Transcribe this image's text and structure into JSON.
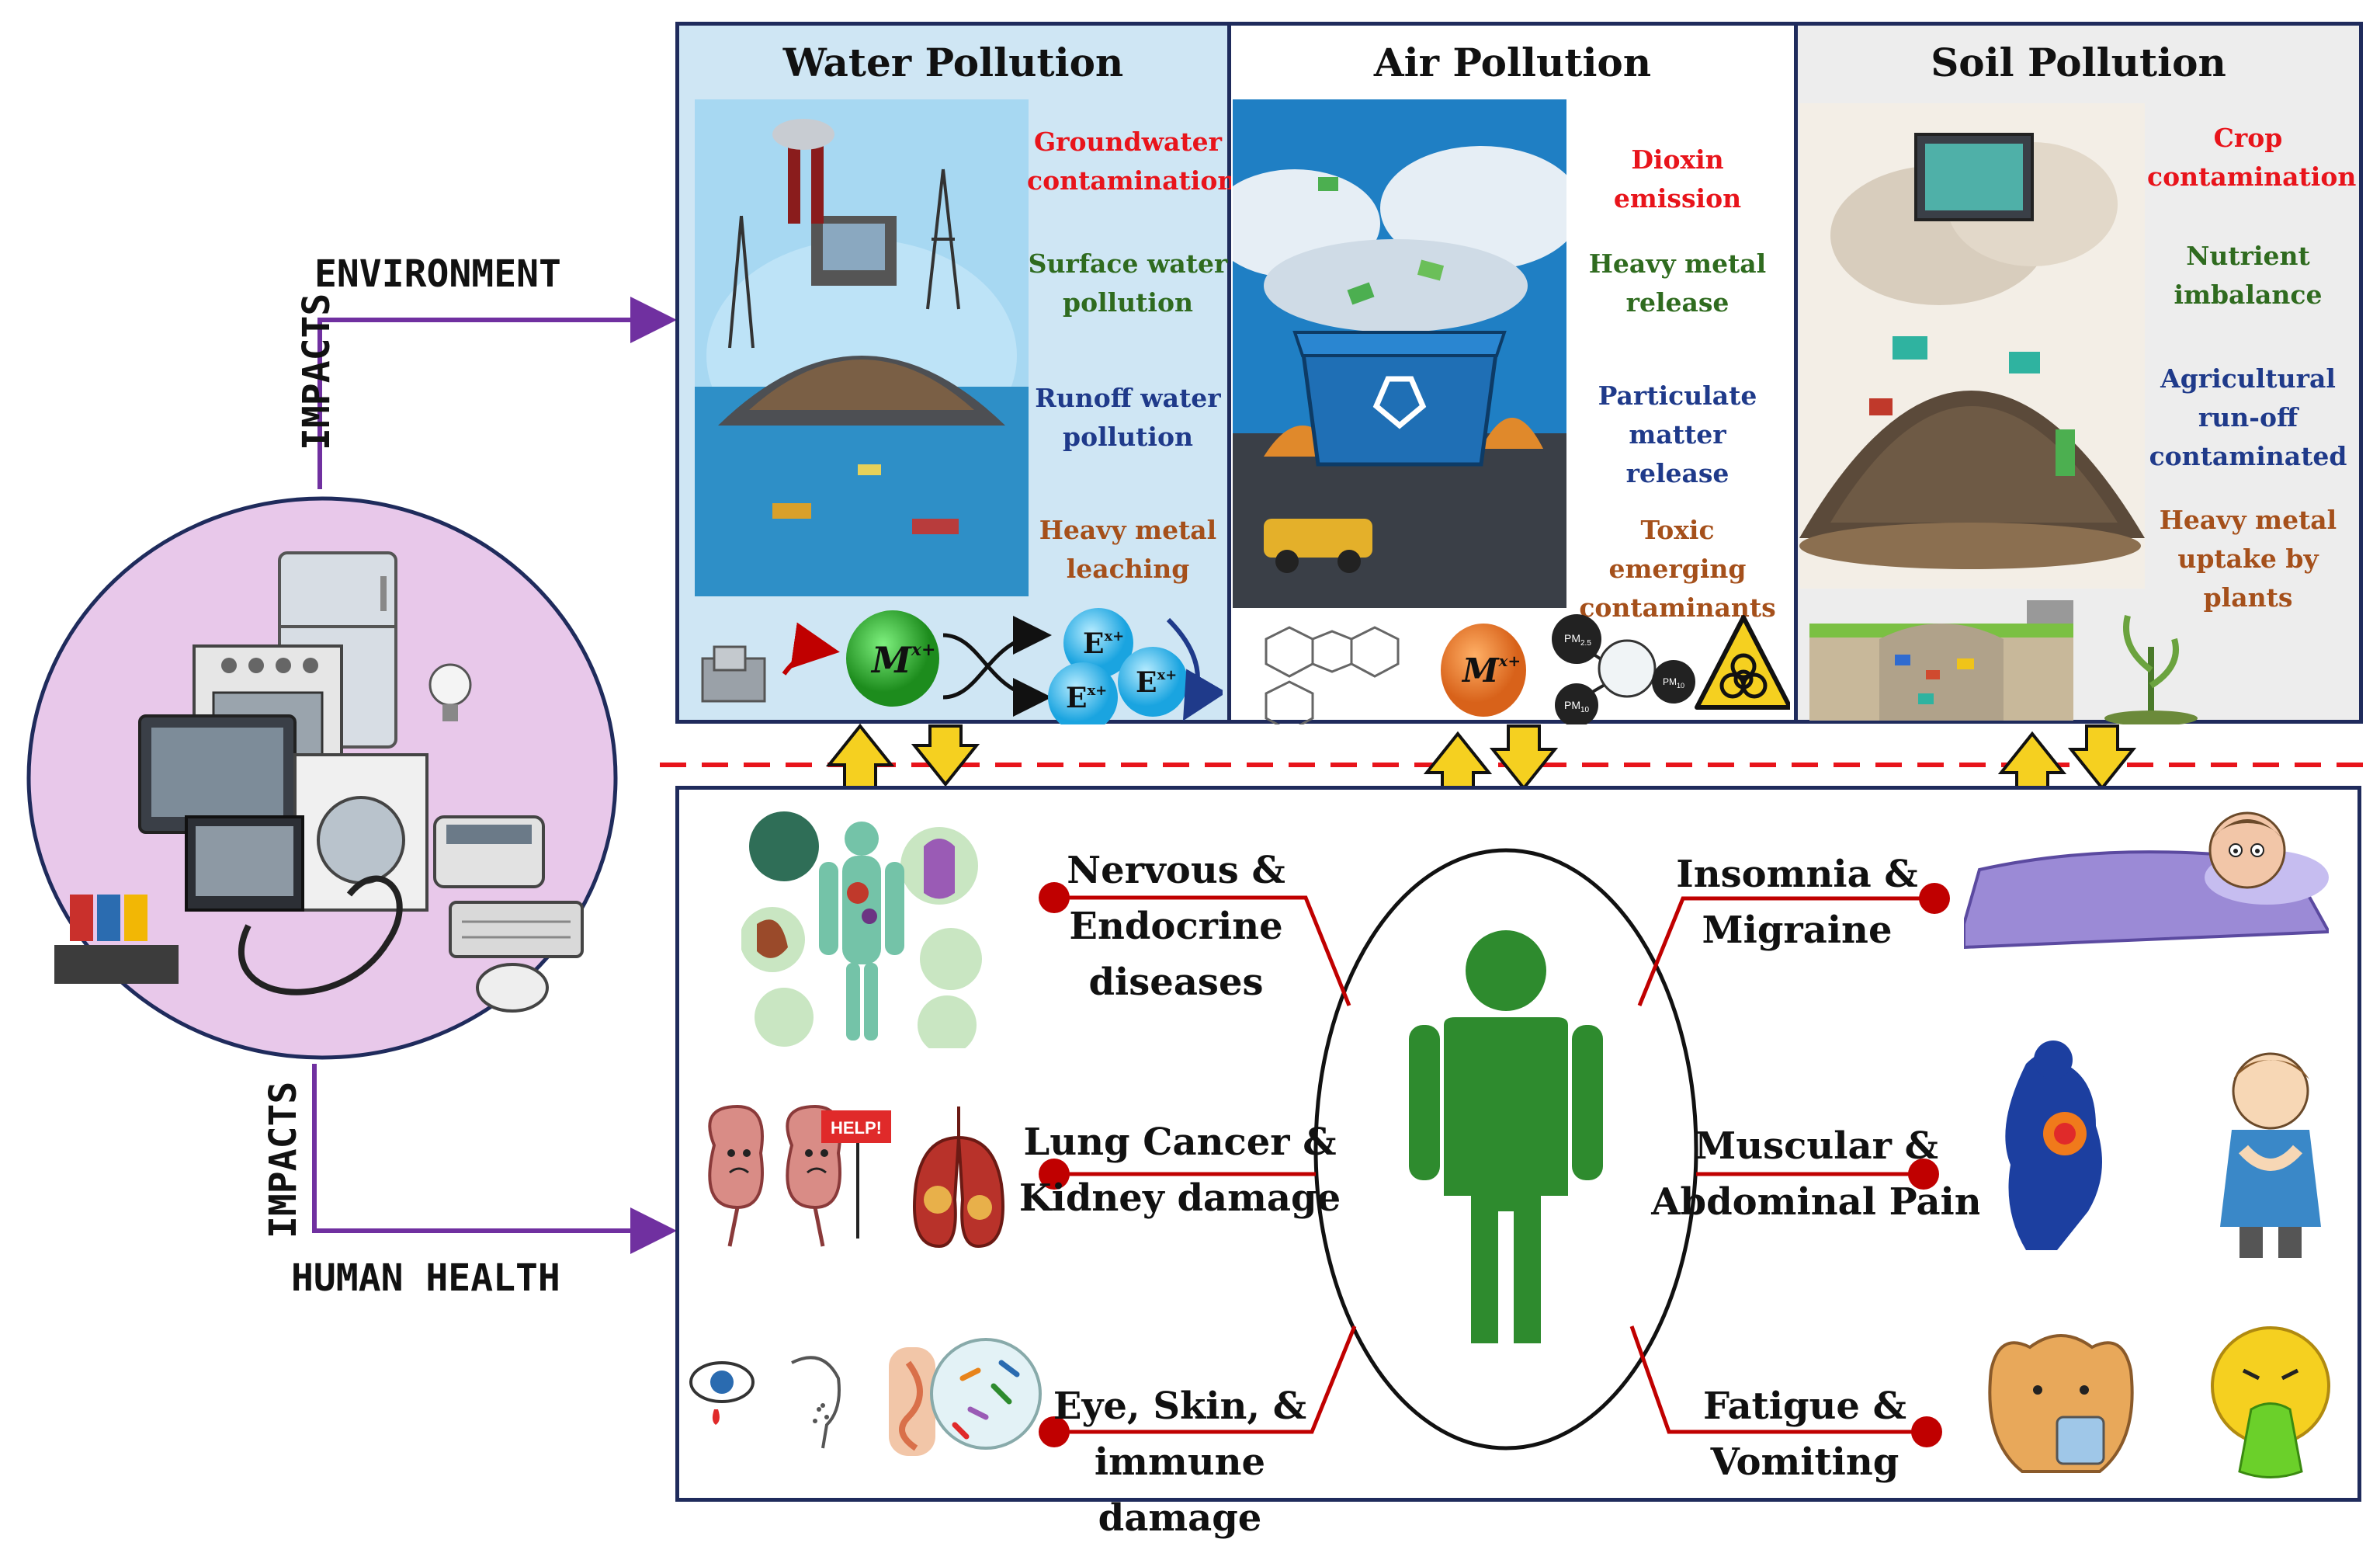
{
  "side_labels": {
    "impacts_top": "IMPACTS",
    "environment": "ENVIRONMENT",
    "impacts_bottom": "IMPACTS",
    "human_health": "HUMAN HEALTH"
  },
  "panels": {
    "water": {
      "title": "Water Pollution",
      "impacts": [
        {
          "text": "Groundwater contamination",
          "color": "#e8141b"
        },
        {
          "text": "Surface water pollution",
          "color": "#2f6b1f"
        },
        {
          "text": "Runoff water pollution",
          "color": "#1f3a8a"
        },
        {
          "text": "Heavy metal leaching",
          "color": "#a5501b"
        }
      ],
      "ion_m": "M",
      "ion_m_sup": "x+",
      "ion_e": "E",
      "ion_e_sup": "x+",
      "bg_color": "#cfe6f4"
    },
    "air": {
      "title": "Air Pollution",
      "impacts": [
        {
          "text": "Dioxin emission",
          "color": "#e8141b"
        },
        {
          "text": "Heavy metal release",
          "color": "#2f6b1f"
        },
        {
          "text": "Particulate matter release",
          "color": "#1f3a8a"
        },
        {
          "text": "Toxic emerging contaminants",
          "color": "#a5501b"
        }
      ],
      "ion_m": "M",
      "ion_m_sup": "x+",
      "pm_labels": [
        "PM",
        "PM",
        "PM"
      ],
      "pm_subs": [
        "2.5",
        "10",
        "10"
      ],
      "bg_color": "#ffffff"
    },
    "soil": {
      "title": "Soil Pollution",
      "impacts": [
        {
          "text": "Crop contamination",
          "color": "#e8141b"
        },
        {
          "text": "Nutrient imbalance",
          "color": "#2f6b1f"
        },
        {
          "text": "Agricultural run-off contaminated",
          "color": "#1f3a8a"
        },
        {
          "text": "Heavy metal uptake by plants",
          "color": "#a5501b"
        }
      ],
      "bg_color": "#ededed"
    }
  },
  "health": {
    "left": [
      {
        "text": "Nervous & Endocrine diseases"
      },
      {
        "text": "Lung Cancer & Kidney damage"
      },
      {
        "text": "Eye, Skin, & immune damage"
      }
    ],
    "right": [
      {
        "text": "Insomnia & Migraine"
      },
      {
        "text": "Muscular & Abdominal Pain"
      },
      {
        "text": "Fatigue & Vomiting"
      }
    ],
    "help_sign": "HELP!"
  },
  "colors": {
    "arrow_purple": "#7030a0",
    "connector_red": "#c00000",
    "human_green": "#2e8b2e",
    "circle_fill": "#e8c8ea",
    "dashed_red": "#e8141b",
    "arrow_yellow": "#f5d020"
  }
}
